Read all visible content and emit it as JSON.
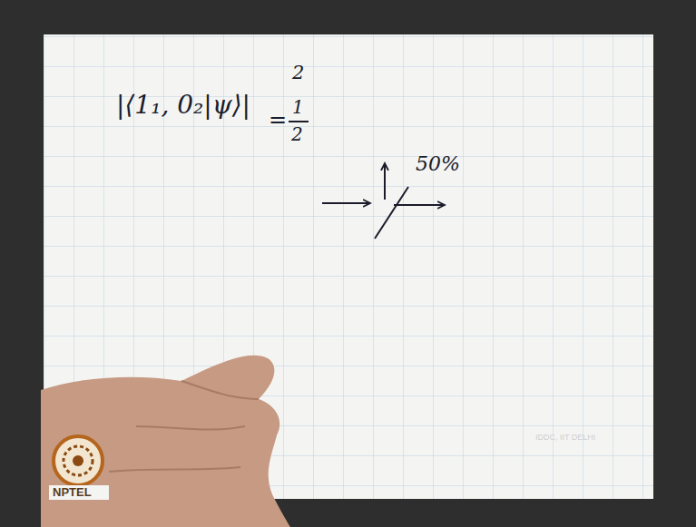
{
  "diagram": {
    "labels": [
      "|⟨1₁, 0₂|ψ⟩|",
      "2",
      "=",
      "1",
      "2",
      "50%",
      "NPTEL",
      "IDDC, IIT DELHI"
    ]
  }
}
